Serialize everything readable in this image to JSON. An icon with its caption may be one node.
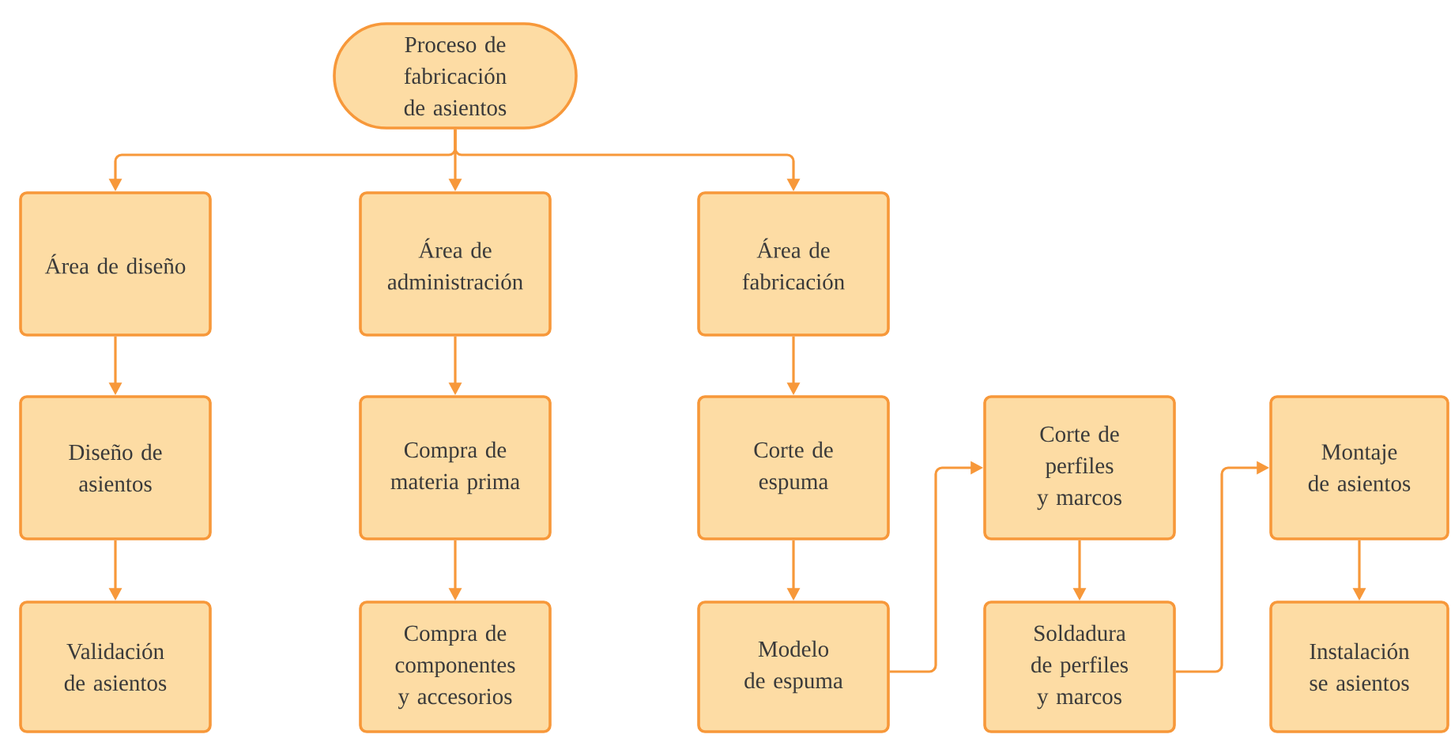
{
  "diagram": {
    "nodes": [
      {
        "text": [
          "Proceso de fabricación de asientos"
        ]
      },
      {
        "text": [
          "Área de diseño"
        ]
      },
      {
        "text": [
          "Área de administración"
        ]
      },
      {
        "text": [
          "Área de fabricación"
        ]
      },
      {
        "text": [
          "Diseño de asientos"
        ]
      },
      {
        "text": [
          "Compra de materia prima"
        ]
      },
      {
        "text": [
          "Corte de espuma"
        ]
      },
      {
        "text": [
          "Corte de perfiles y marcos"
        ]
      },
      {
        "text": [
          "Montaje de asientos"
        ]
      },
      {
        "text": [
          "Validación de asientos"
        ]
      },
      {
        "text": [
          "Compra de componentes y accesorios"
        ]
      },
      {
        "text": [
          "Modelo de espuma"
        ]
      },
      {
        "text": [
          "Soldadura de perfiles y marcos"
        ]
      },
      {
        "text": [
          "Instalación se asientos"
        ]
      }
    ],
    "edges": [
      {
        "from": 0,
        "to": 1,
        "arrow": "to"
      },
      {
        "from": 0,
        "to": 2,
        "arrow": "to"
      },
      {
        "from": 0,
        "to": 3,
        "arrow": "to"
      },
      {
        "from": 1,
        "to": 4,
        "arrow": "to"
      },
      {
        "from": 4,
        "to": 9,
        "arrow": "to"
      },
      {
        "from": 2,
        "to": 5,
        "arrow": "to"
      },
      {
        "from": 5,
        "to": 10,
        "arrow": "to"
      },
      {
        "from": 3,
        "to": 6,
        "arrow": "to"
      },
      {
        "from": 6,
        "to": 11,
        "arrow": "to"
      },
      {
        "from": 11,
        "to": 7,
        "arrow": "to"
      },
      {
        "from": 7,
        "to": 12,
        "arrow": "to"
      },
      {
        "from": 12,
        "to": 8,
        "arrow": "to"
      },
      {
        "from": 8,
        "to": 13,
        "arrow": "to"
      }
    ]
  }
}
